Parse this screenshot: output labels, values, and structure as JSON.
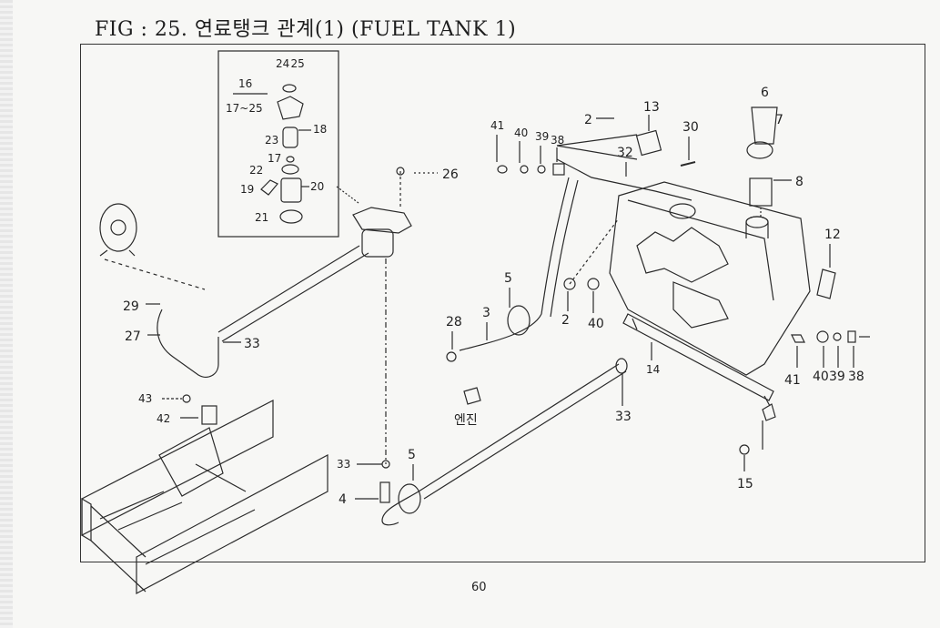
{
  "title": "FIG : 25. 연료탱크 관계(1) (FUEL TANK 1)",
  "page_number": "60",
  "inset": {
    "labels": {
      "p24_25": "24 25",
      "p16": "16",
      "p17_25": "17~25",
      "p18": "18",
      "p23": "23",
      "p17": "17",
      "p22": "22",
      "p19": "19",
      "p20": "20",
      "p21": "21"
    }
  },
  "callouts": {
    "c26": "26",
    "c41a": "41",
    "c40a": "40",
    "c39a": "39",
    "c38a": "38",
    "c2a": "2",
    "c13": "13",
    "c30": "30",
    "c32": "32",
    "c6": "6",
    "c7": "7",
    "c8": "8",
    "c12": "12",
    "c5a": "5",
    "c3": "3",
    "c28": "28",
    "c2b": "2",
    "c40b": "40",
    "c29": "29",
    "c27": "27",
    "c33a": "33",
    "c43": "43",
    "c42": "42",
    "c14": "14",
    "c33b": "33",
    "c41b": "41",
    "c40c": "40",
    "c39b": "39",
    "c38b": "38",
    "c15": "15",
    "c33c": "33",
    "c5b": "5",
    "c4": "4",
    "engine": "엔진"
  }
}
